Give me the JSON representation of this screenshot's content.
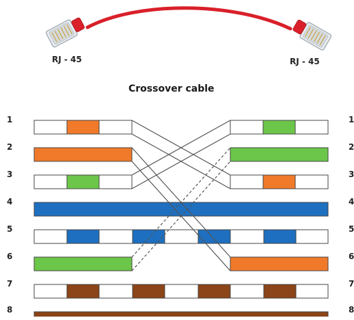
{
  "title": "Crossover cable",
  "connectors": {
    "left_label": "RJ - 45",
    "right_label": "RJ - 45"
  },
  "left_pins": [
    "1",
    "2",
    "3",
    "4",
    "5",
    "6",
    "7",
    "8"
  ],
  "right_pins": [
    "1",
    "2",
    "3",
    "4",
    "5",
    "6",
    "7",
    "8"
  ],
  "colors": {
    "orange": "#f07a2a",
    "green": "#6cc64a",
    "blue": "#1e6fc0",
    "brown": "#8b4518",
    "white": "#ffffff",
    "cable_red": "#d9202a",
    "outline": "#444444"
  },
  "left_wires": [
    {
      "pin": "1",
      "color": "orange",
      "striped": true
    },
    {
      "pin": "2",
      "color": "orange",
      "striped": false
    },
    {
      "pin": "3",
      "color": "green",
      "striped": true
    },
    {
      "pin": "4",
      "color": "blue",
      "striped": false
    },
    {
      "pin": "5",
      "color": "blue",
      "striped": true
    },
    {
      "pin": "6",
      "color": "green",
      "striped": false
    },
    {
      "pin": "7",
      "color": "brown",
      "striped": true
    },
    {
      "pin": "8",
      "color": "brown",
      "striped": false
    }
  ],
  "right_wires": [
    {
      "pin": "1",
      "color": "green",
      "striped": true
    },
    {
      "pin": "2",
      "color": "green",
      "striped": false
    },
    {
      "pin": "3",
      "color": "orange",
      "striped": true
    },
    {
      "pin": "4",
      "color": "blue",
      "striped": false
    },
    {
      "pin": "5",
      "color": "blue",
      "striped": true
    },
    {
      "pin": "6",
      "color": "orange",
      "striped": false
    },
    {
      "pin": "7",
      "color": "brown",
      "striped": true
    },
    {
      "pin": "8",
      "color": "brown",
      "striped": false
    }
  ],
  "crossings": [
    {
      "from": "1",
      "to": "3",
      "dashed": false
    },
    {
      "from": "2",
      "to": "6",
      "dashed": false
    },
    {
      "from": "3",
      "to": "1",
      "dashed": false
    },
    {
      "from": "6",
      "to": "2",
      "dashed": true
    }
  ]
}
